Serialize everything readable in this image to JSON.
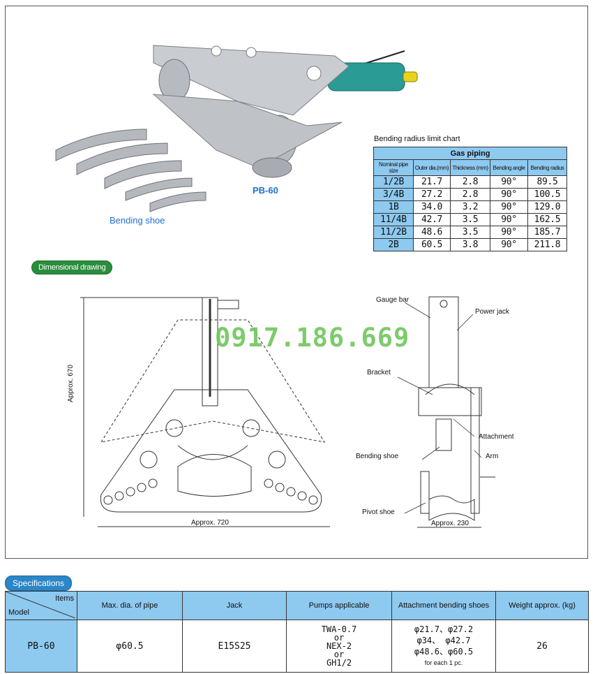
{
  "product": {
    "bending_shoe_label": "Bending shoe",
    "model_label": "PB-60"
  },
  "radius_chart": {
    "title": "Bending radius limit chart",
    "group_header": "Gas piping",
    "columns": [
      "Nominal pipe size",
      "Outer dia.(mm)",
      "Thickness (mm)",
      "Bending angle",
      "Bending radius"
    ],
    "rows": [
      [
        "1/2B",
        "21.7",
        "2.8",
        "90°",
        "89.5"
      ],
      [
        "3/4B",
        "27.2",
        "2.8",
        "90°",
        "100.5"
      ],
      [
        "1B",
        "34.0",
        "3.2",
        "90°",
        "129.0"
      ],
      [
        "11/4B",
        "42.7",
        "3.5",
        "90°",
        "162.5"
      ],
      [
        "11/2B",
        "48.6",
        "3.5",
        "90°",
        "185.7"
      ],
      [
        "2B",
        "60.5",
        "3.8",
        "90°",
        "211.8"
      ]
    ]
  },
  "drawing": {
    "badge": "Dimensional drawing",
    "watermark": "0917.186.669",
    "height_label": "Approx. 670",
    "width_label": "Approx. 720",
    "side_width_label": "Approx. 230",
    "parts": {
      "gauge_bar": "Gauge bar",
      "power_jack": "Power jack",
      "bracket": "Bracket",
      "attachment": "Attachment",
      "bending_shoe": "Bending shoe",
      "arm": "Arm",
      "pivot_shoe": "Pivot shoe"
    }
  },
  "specs": {
    "badge": "Specifications",
    "head_items": "Items",
    "head_model": "Model",
    "headers": [
      "Max. dia. of pipe",
      "Jack",
      "Pumps applicable",
      "Attachment bending shoes",
      "Weight approx. (kg)"
    ],
    "row": {
      "model": "PB-60",
      "max_dia": "φ60.5",
      "jack": "E15S25",
      "pumps": [
        "TWA-0.7",
        "or",
        "NEX-2",
        "or",
        "GH1/2"
      ],
      "shoes": [
        "φ21.7、φ27.2",
        "φ34、  φ42.7",
        "φ48.6、φ60.5"
      ],
      "shoes_note": "for each 1 pc.",
      "weight": "26"
    }
  }
}
